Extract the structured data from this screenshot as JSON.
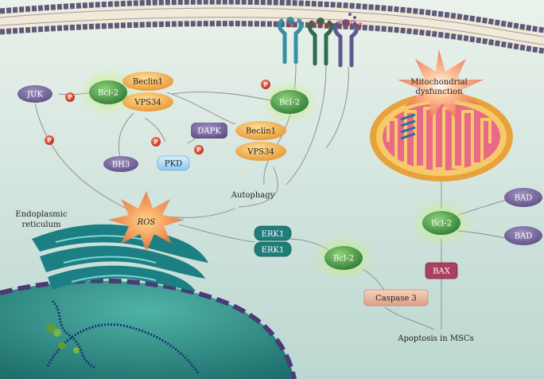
{
  "cytokines": {
    "il": "IL",
    "ifn": "IFN-β",
    "tnf": "TNF-α"
  },
  "labels": {
    "juk": "JUK",
    "bcl2_left": "Bcl-2",
    "beclin1_top": "Beclin1",
    "vps34_top": "VPS34",
    "bcl2_top_right": "Bcl-2",
    "dapk": "DAPK",
    "beclin1_mid": "Beclin1",
    "vps34_mid": "VPS34",
    "bh3": "BH3",
    "pkd": "PKD",
    "autophagy": "Autophagy",
    "mito_line1": "Mitochondrial",
    "mito_line2": "dysfunction",
    "er_line1": "Endoplasmic",
    "er_line2": "reticulum",
    "ros": "ROS",
    "erk1_top": "ERK1",
    "erk1_bottom": "ERK1",
    "bcl2_center": "Bcl-2",
    "bcl2_right": "Bcl-2",
    "bad_top": "BAD",
    "bad_bottom": "BAD",
    "bax": "BAX",
    "caspase3": "Caspase 3",
    "apoptosis": "Apoptosis in MSCs",
    "phospho": "P"
  },
  "colors": {
    "background_top": "#e9f1ea",
    "background_bottom": "#bfd8d2",
    "cytokine_red": "#c0272d",
    "bcl2_green": "#3e8e3e",
    "beclin_orange": "#f0a23a",
    "purple": "#6f5f92",
    "pkd_blue": "#a7d4f3",
    "teal": "#1f7d7a",
    "phospho_red": "#c53524",
    "caspase": "#e9b9a2",
    "bax": "#a9405e",
    "mito": "#e8a23a"
  }
}
